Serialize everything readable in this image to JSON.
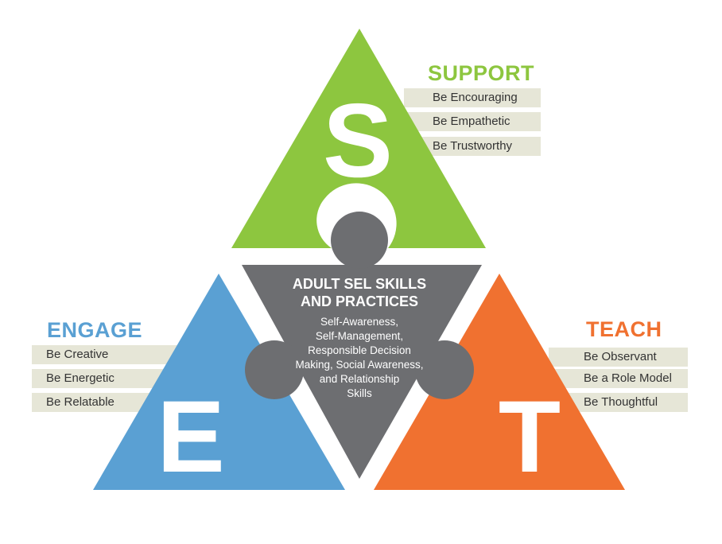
{
  "colors": {
    "support": "#8dc63f",
    "engage": "#5aa0d3",
    "teach": "#f07130",
    "center": "#6d6e71",
    "bar": "#e6e6d7",
    "letter": "#ffffff"
  },
  "support": {
    "letter": "S",
    "heading": "SUPPORT",
    "items": [
      "Be Encouraging",
      "Be Empathetic",
      "Be Trustworthy"
    ]
  },
  "engage": {
    "letter": "E",
    "heading": "ENGAGE",
    "items": [
      "Be Creative",
      "Be Energetic",
      "Be Relatable"
    ]
  },
  "teach": {
    "letter": "T",
    "heading": "TEACH",
    "items": [
      "Be Observant",
      "Be a Role Model",
      "Be Thoughtful"
    ]
  },
  "center": {
    "title": "ADULT SEL SKILLS\nAND PRACTICES",
    "body": "Self-Awareness,\nSelf-Management,\nResponsible Decision\nMaking, Social Awareness,\nand Relationship\nSkills"
  }
}
